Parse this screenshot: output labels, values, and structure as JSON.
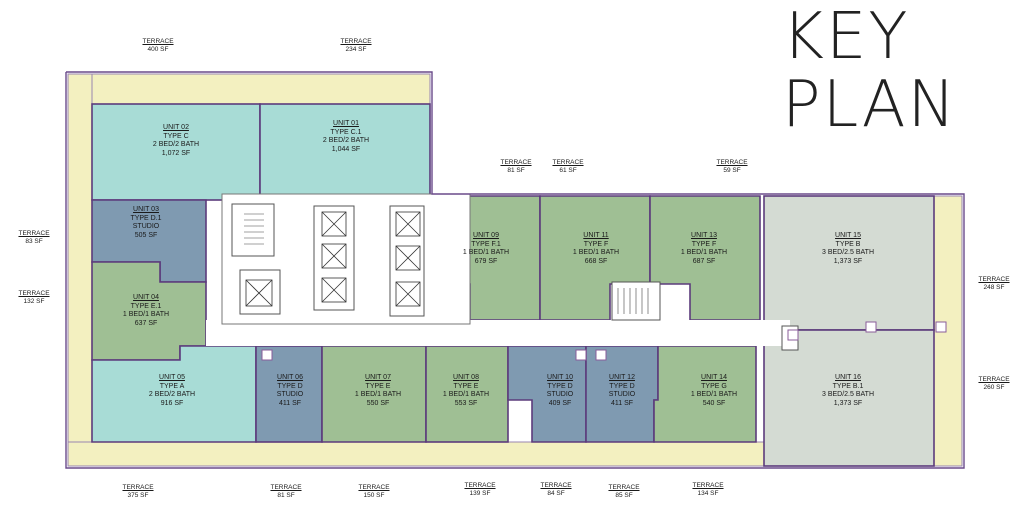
{
  "title": {
    "line1": "KEY",
    "line2": "PLAN"
  },
  "colors": {
    "teal": "#a8dcd6",
    "green": "#9fbf94",
    "slate": "#7f9ab1",
    "gray": "#d4dbd3",
    "terrace": "#f3f0c0",
    "wall": "#5c3b7c",
    "core": "#ffffff"
  },
  "units": [
    {
      "id": "02",
      "name": "UNIT 02",
      "type": "TYPE C",
      "beds": "2 BED/2 BATH",
      "area": "1,072 SF"
    },
    {
      "id": "01",
      "name": "UNIT 01",
      "type": "TYPE C.1",
      "beds": "2 BED/2 BATH",
      "area": "1,044 SF"
    },
    {
      "id": "03",
      "name": "UNIT 03",
      "type": "TYPE D.1",
      "beds": "STUDIO",
      "area": "505 SF"
    },
    {
      "id": "04",
      "name": "UNIT 04",
      "type": "TYPE E.1",
      "beds": "1 BED/1 BATH",
      "area": "637 SF"
    },
    {
      "id": "05",
      "name": "UNIT 05",
      "type": "TYPE A",
      "beds": "2 BED/2 BATH",
      "area": "916 SF"
    },
    {
      "id": "06",
      "name": "UNIT 06",
      "type": "TYPE D",
      "beds": "STUDIO",
      "area": "411 SF"
    },
    {
      "id": "07",
      "name": "UNIT 07",
      "type": "TYPE E",
      "beds": "1 BED/1 BATH",
      "area": "550 SF"
    },
    {
      "id": "08",
      "name": "UNIT 08",
      "type": "TYPE E",
      "beds": "1 BED/1 BATH",
      "area": "553 SF"
    },
    {
      "id": "09",
      "name": "UNIT 09",
      "type": "TYPE F.1",
      "beds": "1 BED/1 BATH",
      "area": "679 SF"
    },
    {
      "id": "10",
      "name": "UNIT 10",
      "type": "TYPE D",
      "beds": "STUDIO",
      "area": "409 SF"
    },
    {
      "id": "11",
      "name": "UNIT 11",
      "type": "TYPE F",
      "beds": "1 BED/1 BATH",
      "area": "668 SF"
    },
    {
      "id": "12",
      "name": "UNIT 12",
      "type": "TYPE D",
      "beds": "STUDIO",
      "area": "411 SF"
    },
    {
      "id": "13",
      "name": "UNIT 13",
      "type": "TYPE F",
      "beds": "1 BED/1 BATH",
      "area": "687 SF"
    },
    {
      "id": "14",
      "name": "UNIT 14",
      "type": "TYPE G",
      "beds": "1 BED/1 BATH",
      "area": "540 SF"
    },
    {
      "id": "15",
      "name": "UNIT 15",
      "type": "TYPE B",
      "beds": "3 BED/2.5 BATH",
      "area": "1,373 SF"
    },
    {
      "id": "16",
      "name": "UNIT 16",
      "type": "TYPE B.1",
      "beds": "3 BED/2.5 BATH",
      "area": "1,373 SF"
    }
  ],
  "terraces": [
    {
      "label": "TERRACE",
      "area": "400 SF"
    },
    {
      "label": "TERRACE",
      "area": "234 SF"
    },
    {
      "label": "TERRACE",
      "area": "81 SF"
    },
    {
      "label": "TERRACE",
      "area": "61 SF"
    },
    {
      "label": "TERRACE",
      "area": "59 SF"
    },
    {
      "label": "TERRACE",
      "area": "83 SF"
    },
    {
      "label": "TERRACE",
      "area": "132 SF"
    },
    {
      "label": "TERRACE",
      "area": "248 SF"
    },
    {
      "label": "TERRACE",
      "area": "260 SF"
    },
    {
      "label": "TERRACE",
      "area": "375 SF"
    },
    {
      "label": "TERRACE",
      "area": "81 SF"
    },
    {
      "label": "TERRACE",
      "area": "150 SF"
    },
    {
      "label": "TERRACE",
      "area": "139 SF"
    },
    {
      "label": "TERRACE",
      "area": "84 SF"
    },
    {
      "label": "TERRACE",
      "area": "85 SF"
    },
    {
      "label": "TERRACE",
      "area": "134 SF"
    }
  ]
}
